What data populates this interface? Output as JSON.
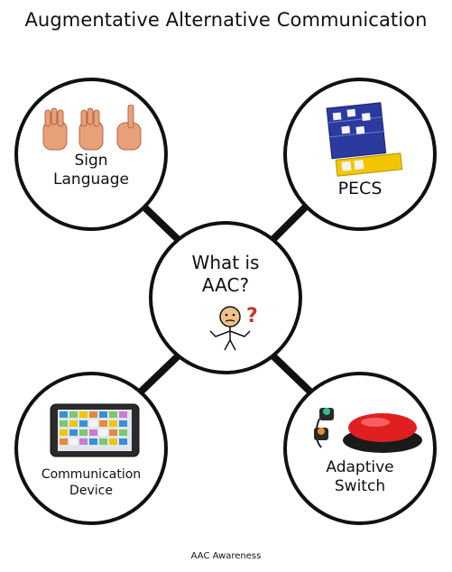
{
  "title": "Augmentative Alternative Communication",
  "center": {
    "line1": "What is",
    "line2": "AAC?",
    "icon": "confused-person-icon"
  },
  "nodes": {
    "sign_language": {
      "line1": "Sign",
      "line2": "Language",
      "icon": "hand-signs-icon"
    },
    "pecs": {
      "label": "PECS",
      "icon": "picture-board-icon"
    },
    "communication_device": {
      "line1": "Communication",
      "line2": "Device",
      "icon": "tablet-device-icon"
    },
    "adaptive_switch": {
      "line1": "Adaptive",
      "line2": "Switch",
      "icon": "red-switch-icon"
    }
  },
  "footer": "AAC Awareness",
  "colors": {
    "outline": "#111111",
    "question_mark": "#c0392b",
    "switch_red": "#e02020",
    "pecs_blue": "#2b3a9e",
    "pecs_yellow": "#f2c500"
  }
}
